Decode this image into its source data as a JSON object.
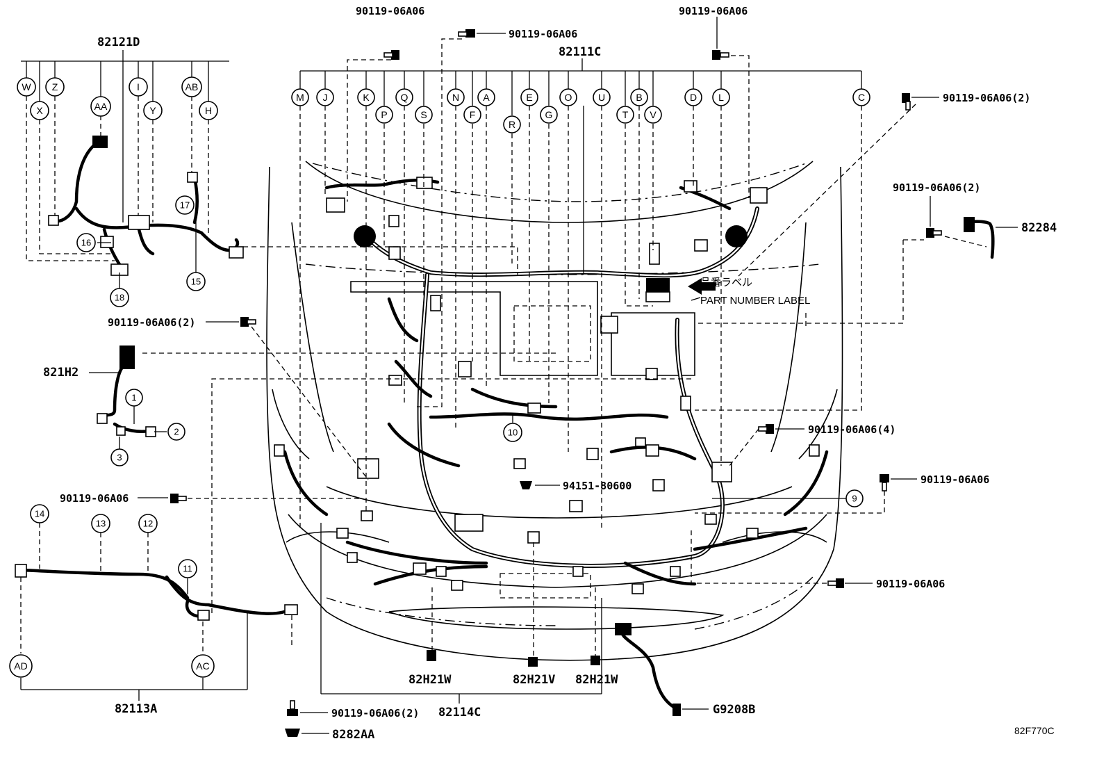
{
  "parts": {
    "p82121D": "82121D",
    "p82111C": "82111C",
    "p821H2": "821H2",
    "p82113A": "82113A",
    "p82114C": "82114C",
    "p82284": "82284",
    "pG9208B": "G9208B",
    "p82H21W_a": "82H21W",
    "p82H21V": "82H21V",
    "p82H21W_b": "82H21W",
    "p8282AA": "8282AA",
    "p94151": "94151-80600"
  },
  "bolts": {
    "b_top_left": "90119-06A06",
    "b_top_mid": "90119-06A06",
    "b_top_right": "90119-06A06",
    "b_right_2a": "90119-06A06(2)",
    "b_right_2b": "90119-06A06(2)",
    "b_left_2": "90119-06A06(2)",
    "b_right_4": "90119-06A06(4)",
    "b_right_single": "90119-06A06",
    "b_left_single": "90119-06A06",
    "b_right_low": "90119-06A06",
    "b_bottom_2": "90119-06A06(2)"
  },
  "labels": {
    "part_label_jp": "品番ラベル",
    "part_label_en": "PART NUMBER LABEL",
    "figure_ref": "82F770C"
  },
  "callouts_82121D": {
    "W": "W",
    "X": "X",
    "Z": "Z",
    "AA": "AA",
    "I": "I",
    "Y": "Y",
    "AB": "AB",
    "H": "H"
  },
  "callouts_82111C": {
    "M": "M",
    "J": "J",
    "K": "K",
    "P": "P",
    "Q": "Q",
    "S": "S",
    "N": "N",
    "F": "F",
    "A": "A",
    "R": "R",
    "E": "E",
    "G": "G",
    "O": "O",
    "U": "U",
    "B": "B",
    "T": "T",
    "V": "V",
    "D": "D",
    "L": "L",
    "C": "C"
  },
  "callouts_82113A": {
    "AD": "AD",
    "AC": "AC"
  },
  "numbers": {
    "n1": "1",
    "n2": "2",
    "n3": "3",
    "n9": "9",
    "n10": "10",
    "n11": "11",
    "n12": "12",
    "n13": "13",
    "n14": "14",
    "n15": "15",
    "n16": "16",
    "n17": "17",
    "n18": "18"
  }
}
